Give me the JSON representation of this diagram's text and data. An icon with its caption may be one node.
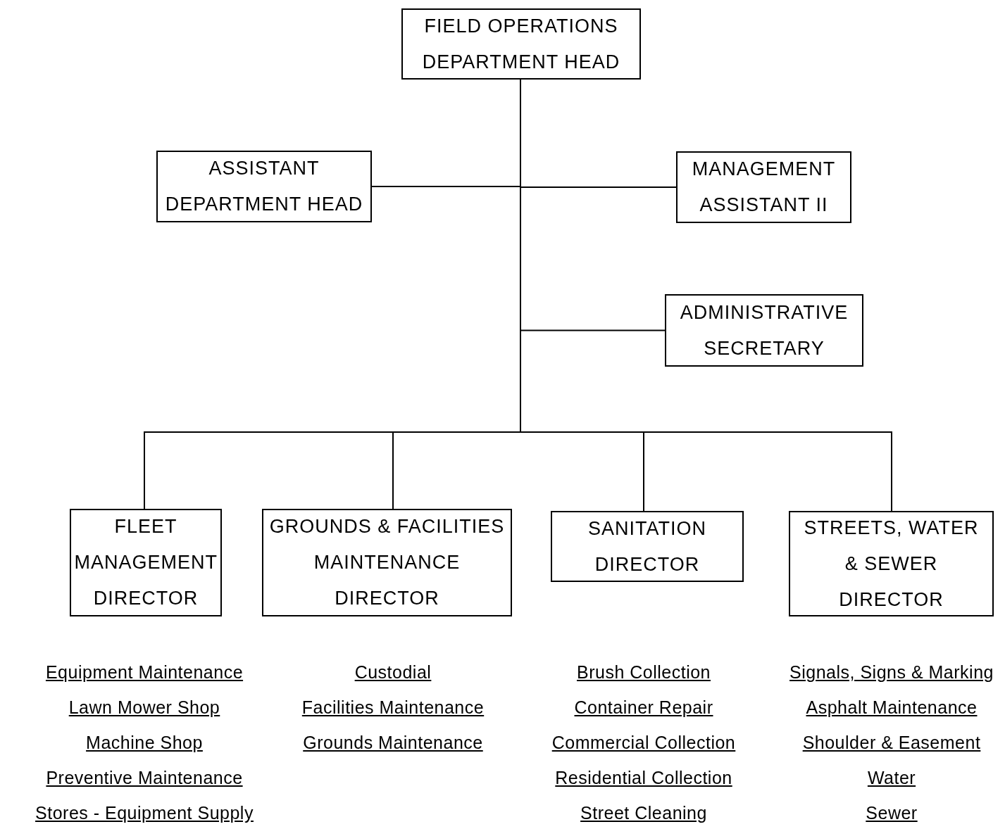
{
  "diagram": {
    "nodes": [
      {
        "text": [
          "FIELD OPERATIONS DEPARTMENT HEAD"
        ]
      },
      {
        "text": [
          "ASSISTANT DEPARTMENT HEAD"
        ]
      },
      {
        "text": [
          "MANAGEMENT ASSISTANT II"
        ]
      },
      {
        "text": [
          "ADMINISTRATIVE SECRETARY"
        ]
      },
      {
        "text": [
          "FLEET MANAGEMENT DIRECTOR"
        ],
        "beside": [
          "Equipment Maintenance",
          "Lawn Mower Shop",
          "Machine Shop",
          "Preventive Maintenance",
          "Stores - Equipment Supply"
        ]
      },
      {
        "text": [
          "GROUNDS & FACILITIES MAINTENANCE DIRECTOR"
        ],
        "beside": [
          "Custodial",
          "Facilities Maintenance",
          "Grounds Maintenance"
        ]
      },
      {
        "text": [
          "SANITATION DIRECTOR"
        ],
        "beside": [
          "Brush Collection",
          "Container Repair",
          "Commercial Collection",
          "Residential Collection",
          "Street Cleaning"
        ]
      },
      {
        "text": [
          "STREETS, WATER & SEWER DIRECTOR"
        ],
        "beside": [
          "Signals, Signs & Marking",
          "Asphalt Maintenance",
          "Shoulder & Easement",
          "Water",
          "Sewer"
        ]
      }
    ],
    "edges": [
      {
        "from": 0,
        "to": 1,
        "arrow": "none"
      },
      {
        "from": 0,
        "to": 2,
        "arrow": "none"
      },
      {
        "from": 0,
        "to": 3,
        "arrow": "none"
      },
      {
        "from": 0,
        "to": 4,
        "arrow": "none"
      },
      {
        "from": 0,
        "to": 5,
        "arrow": "none"
      },
      {
        "from": 0,
        "to": 6,
        "arrow": "none"
      },
      {
        "from": 0,
        "to": 7,
        "arrow": "none"
      }
    ]
  }
}
